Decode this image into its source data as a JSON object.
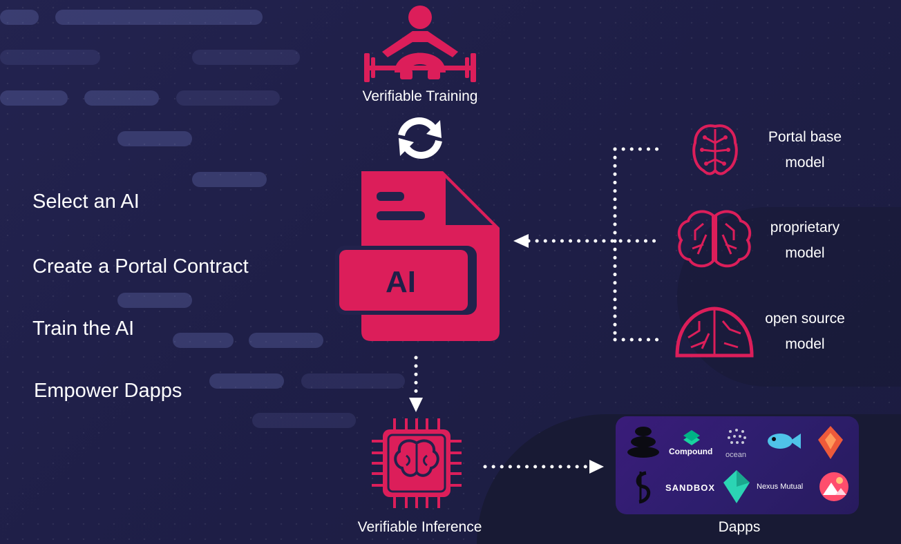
{
  "steps": [
    "Select an AI",
    "Create a Portal Contract",
    "Train the AI",
    "Empower Dapps"
  ],
  "top_label": "Verifiable Training",
  "center_icon_text": "AI",
  "bottom_label": "Verifiable Inference",
  "models": [
    {
      "line1": "Portal base",
      "line2": "model"
    },
    {
      "line1": "proprietary",
      "line2": "model"
    },
    {
      "line1": "open source",
      "line2": "model"
    }
  ],
  "dapps_label": "Dapps",
  "dapps": [
    "Compound",
    "ocean",
    "SANDBOX",
    "Nexus Mutual"
  ],
  "colors": {
    "accent": "#dc1e5a",
    "background": "#22224c",
    "dapps_panel": "#32206f"
  }
}
